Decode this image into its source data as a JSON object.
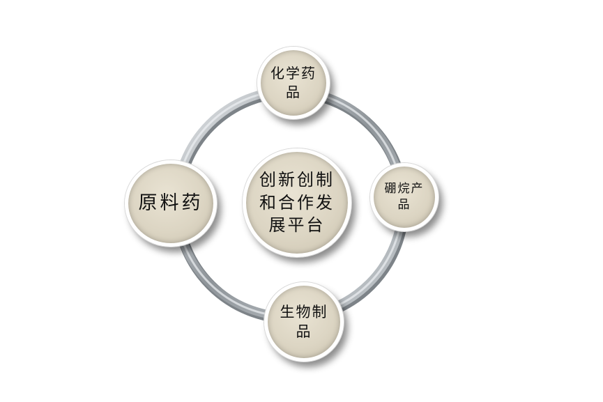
{
  "diagram": {
    "center": {
      "label": "创新创制和合作发展平台"
    },
    "top": {
      "label": "化学药品"
    },
    "left": {
      "label": "原料药"
    },
    "right": {
      "label": "硼烷产品"
    },
    "bottom": {
      "label": "生物制品"
    }
  },
  "colors": {
    "node_fill": "#dcd5c3",
    "node_border": "#ffffff",
    "ring": "#a9aeb2",
    "text": "#111111"
  }
}
